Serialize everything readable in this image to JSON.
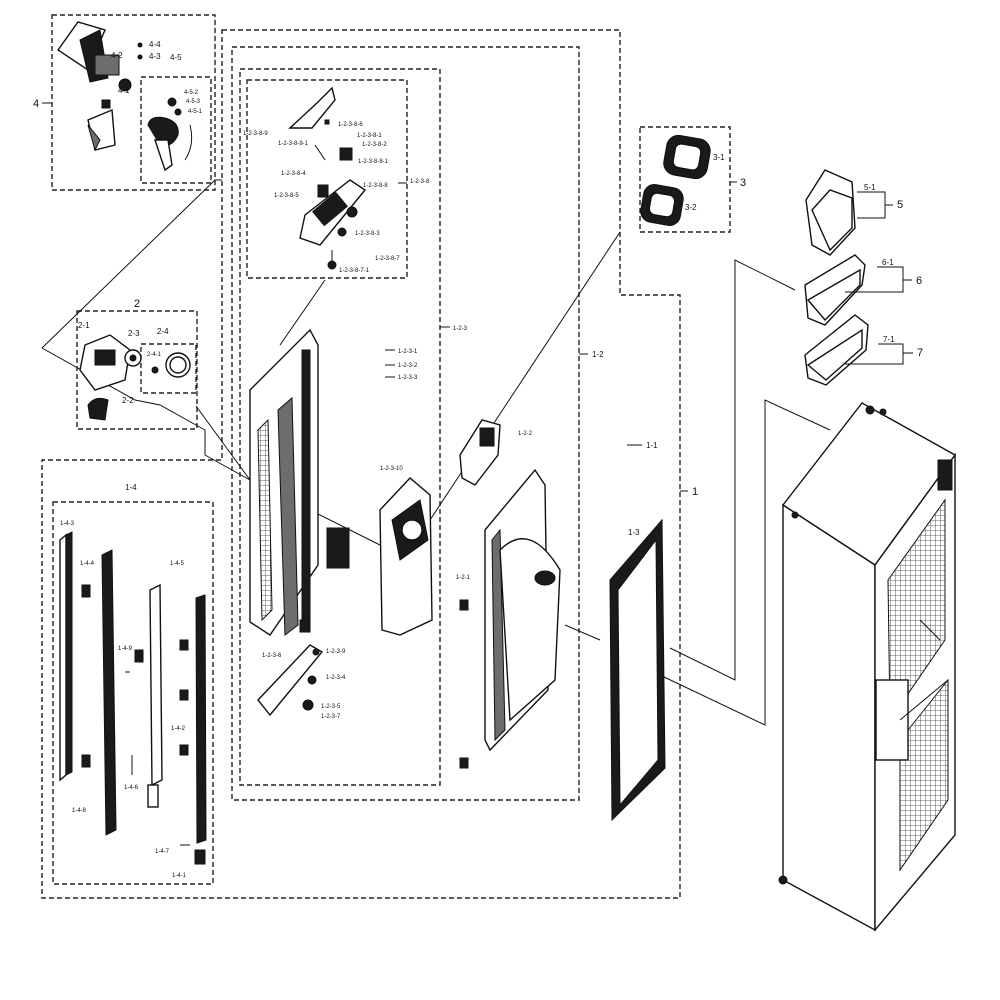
{
  "labels": {
    "main": [
      "1",
      "2",
      "3",
      "4",
      "5",
      "6",
      "7"
    ],
    "group4": [
      "4-1",
      "4-2",
      "4-3",
      "4-4",
      "4-5",
      "4-5-1",
      "4-5-2",
      "4-5-3"
    ],
    "group2": [
      "2-1",
      "2-2",
      "2-3",
      "2-4",
      "2-4-1"
    ],
    "group3": [
      "3-1",
      "3-2"
    ],
    "group1_2": [
      "1-1",
      "1-2",
      "1-2-1",
      "1-2-2",
      "1-2-3",
      "1-2-3-1",
      "1-2-3-2",
      "1-2-3-3",
      "1-2-3-4",
      "1-2-3-5",
      "1-2-3-6",
      "1-2-3-7",
      "1-2-3-9",
      "1-2-3-10"
    ],
    "group1_2_3_8": [
      "1-2-3-8",
      "1-2-3-8-1",
      "1-2-3-8-2",
      "1-2-3-8-3",
      "1-2-3-8-4",
      "1-2-3-8-5",
      "1-2-3-8-6",
      "1-2-3-8-7",
      "1-2-3-8-7-1",
      "1-2-3-8-8",
      "1-2-3-8-9",
      "1-2-3-8-9-1",
      "1-2-3-8-8-1"
    ],
    "group1_3": [
      "1-3"
    ],
    "group1_4": [
      "1-4",
      "1-4-1",
      "1-4-2",
      "1-4-3",
      "1-4-4",
      "1-4-5",
      "1-4-6",
      "1-4-7",
      "1-4-8",
      "1-4-9"
    ],
    "bins": [
      "5-1",
      "6-1",
      "7-1"
    ]
  }
}
